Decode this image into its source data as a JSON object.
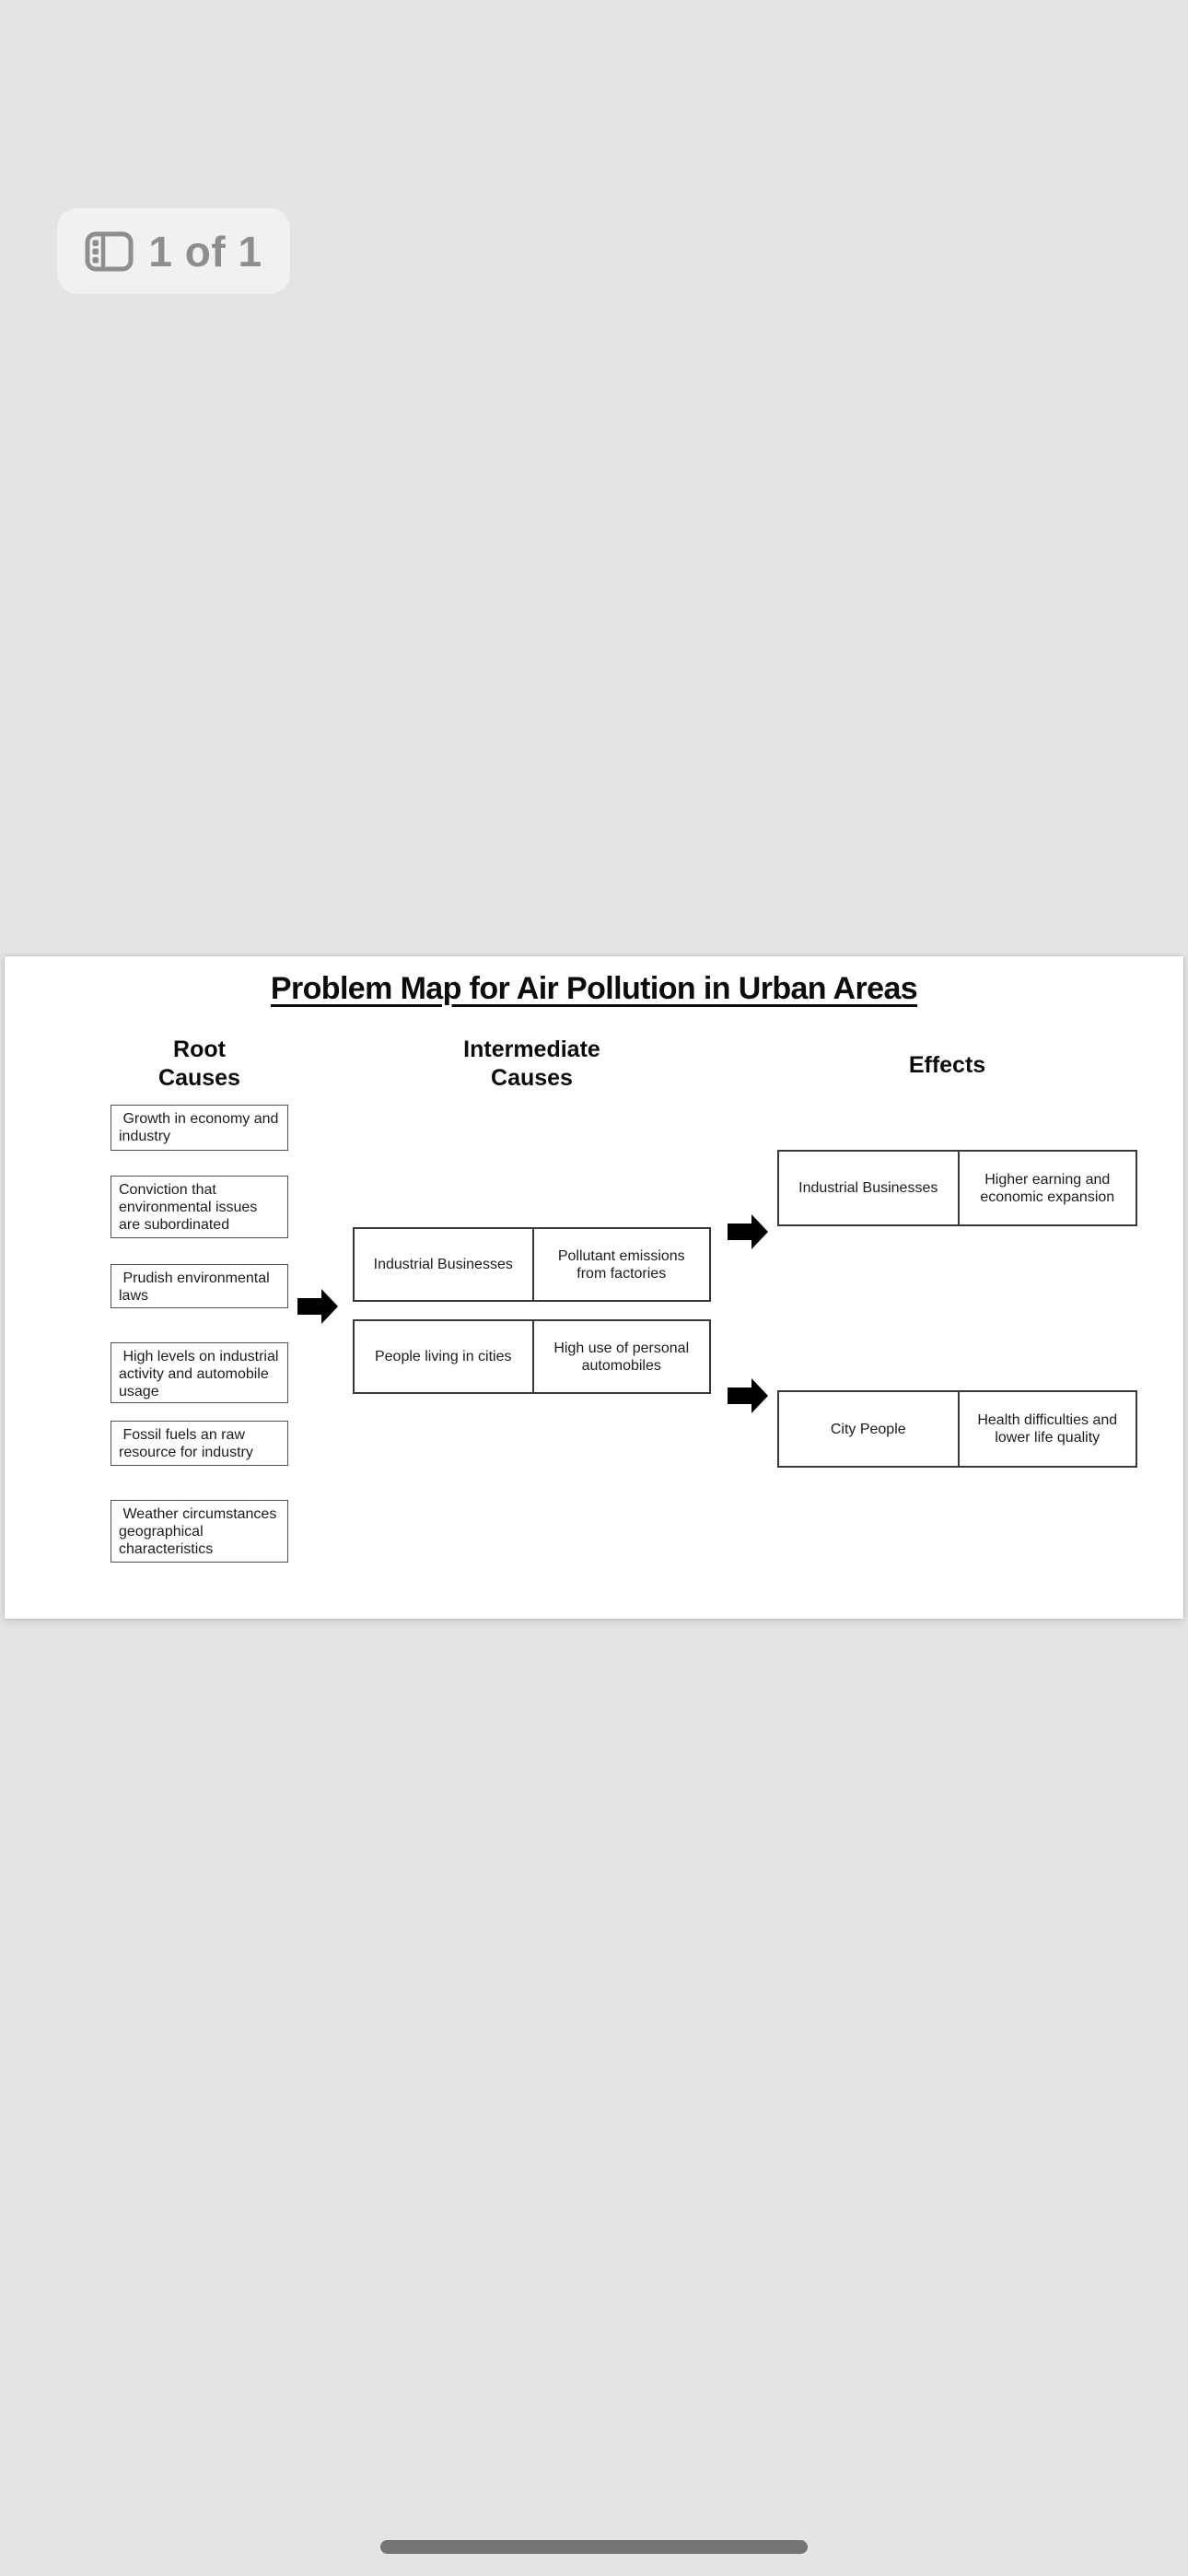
{
  "page_indicator": {
    "label": "1 of 1",
    "icon": "sidebar-pages-icon"
  },
  "diagram": {
    "title": "Problem Map for Air Pollution in Urban Areas",
    "column_headers": [
      {
        "line1": "Root",
        "line2": "Causes"
      },
      {
        "line1": "Intermediate",
        "line2": "Causes"
      },
      {
        "line1": "Effects",
        "line2": ""
      }
    ],
    "root_causes": [
      " Growth in economy and industry",
      "Conviction that environmental issues are subordinated",
      " Prudish environmental laws",
      " High levels on industrial activity and automobile usage",
      " Fossil fuels an raw resource for industry",
      " Weather circumstances geographical characteristics"
    ],
    "intermediate_causes": [
      {
        "left": "Industrial Businesses",
        "right": "Pollutant emissions from factories"
      },
      {
        "left": "People living in cities",
        "right": "High use of personal automobiles"
      }
    ],
    "effects": [
      {
        "left": "Industrial Businesses",
        "right": "Higher earning and economic expansion"
      },
      {
        "left": "City People",
        "right": "Health difficulties and lower life quality"
      }
    ]
  },
  "colors": {
    "background": "#e4e4e5",
    "page": "#ffffff",
    "indicator_gray": "#8e8e8e",
    "box_border": "#4f4f4f",
    "table_border": "#383838",
    "arrow": "#000000",
    "home_bar": "#757575"
  }
}
